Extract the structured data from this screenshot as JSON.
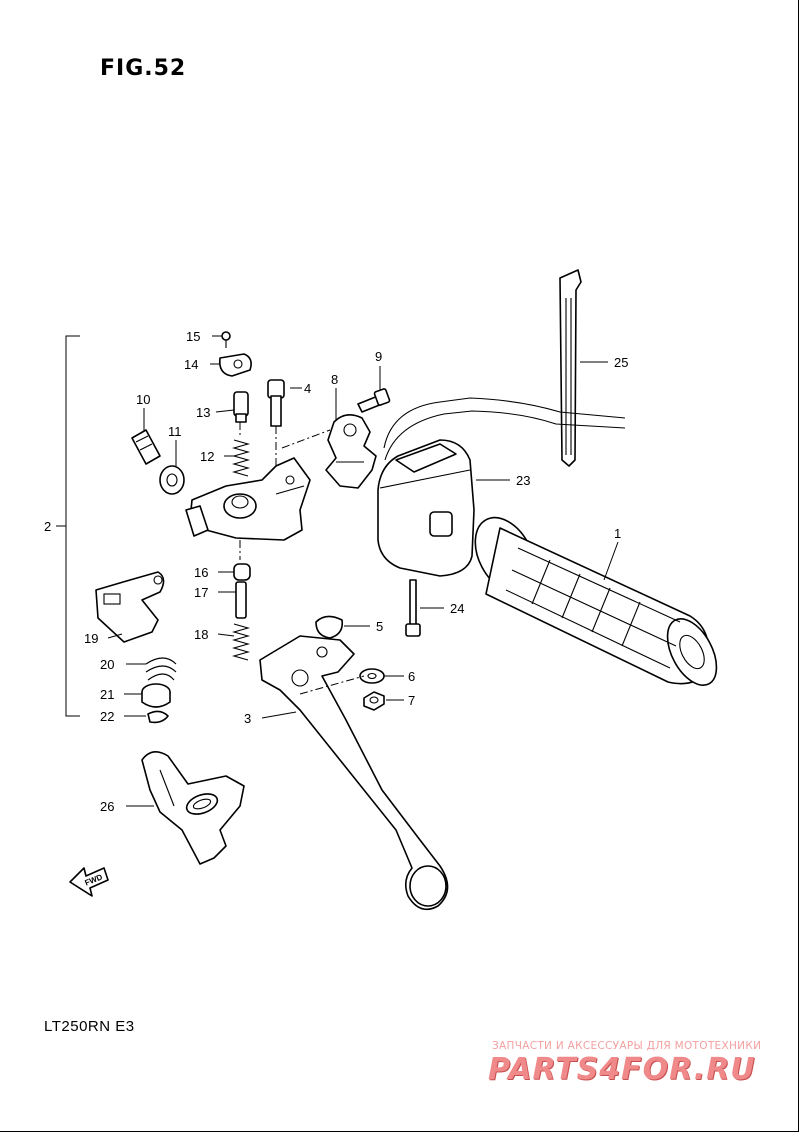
{
  "figure": {
    "title": "FIG.52",
    "model": "LT250RN  E3"
  },
  "fwd_mark": "FWD",
  "callouts": [
    "1",
    "2",
    "3",
    "4",
    "5",
    "6",
    "7",
    "8",
    "9",
    "10",
    "11",
    "12",
    "13",
    "14",
    "15",
    "16",
    "17",
    "18",
    "19",
    "20",
    "21",
    "22",
    "23",
    "24",
    "25",
    "26"
  ],
  "watermark": {
    "tagline": "ЗАПЧАСТИ И АКСЕССУАРЫ ДЛЯ МОТОТЕХНИКИ",
    "logo": "PARTS4FOR.RU"
  }
}
